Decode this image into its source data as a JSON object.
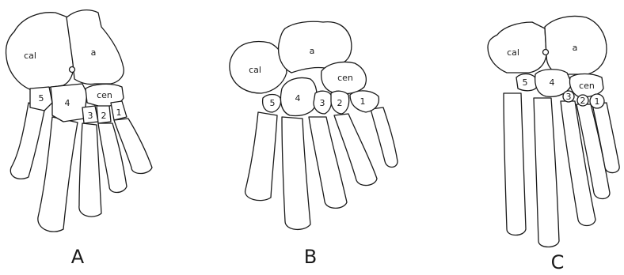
{
  "figure": {
    "panels": [
      {
        "id": "A",
        "label": "A",
        "bones": {
          "cal": "cal",
          "a": "a",
          "cen": "cen",
          "t5": "5",
          "t4": "4",
          "t3": "3",
          "t2": "2",
          "t1": "1"
        }
      },
      {
        "id": "B",
        "label": "B",
        "bones": {
          "cal": "cal",
          "a": "a",
          "cen": "cen",
          "t5": "5",
          "t4": "4",
          "t3": "3",
          "t2": "2",
          "t1": "1"
        }
      },
      {
        "id": "C",
        "label": "C",
        "bones": {
          "cal": "cal",
          "a": "a",
          "cen": "cen",
          "t5": "5",
          "t4": "4",
          "t3": "3",
          "t2": "2",
          "t1": "1"
        }
      }
    ],
    "colors": {
      "ink": "#1a1a1a",
      "background": "#ffffff"
    }
  }
}
